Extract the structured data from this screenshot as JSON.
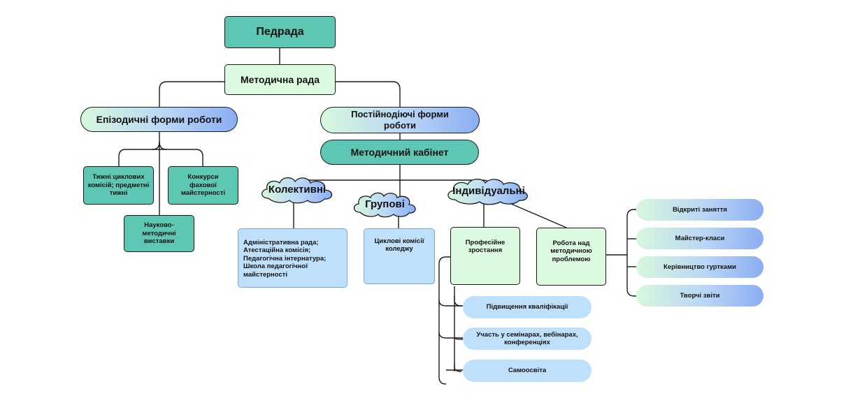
{
  "pedrada": "Педрада",
  "metod_rada": "Методична рада",
  "episodic": "Епізодичні форми роботи",
  "permanent": "Постійнодіючі форми роботи",
  "metod_kabinet": "Методичний кабінет",
  "tyzhni": "Тижні циклових комісій; предметні тижні",
  "konkursy": "Конкурси фахової майстерності",
  "vystavky": "Науково-методичні виставки",
  "kolektyvni": "Колективні",
  "hrupovi": "Групові",
  "indyvidualni": "Індивідуальні",
  "admin_box": [
    "Адміністративна рада;",
    "Атестаційна комісія;",
    "Педагогічна інтернатура;",
    "Школа педагогічної майстерності"
  ],
  "tsyklovi": "Циклові комісії коледжу",
  "prof": "Професійне зростання",
  "robota": "Робота над методичною проблемою",
  "prof_items": [
    "Підвищення кваліфікації",
    "Участь у семінарах, вебінарах, конференціях",
    "Самоосвіта"
  ],
  "robota_items": [
    "Відкриті заняття",
    "Майстер-класи",
    "Керівництво гуртками",
    "Творчі звіти"
  ],
  "colors": {
    "teal": "#5ec7b3",
    "mint": "#dcfadf",
    "light_blue": "#bfe0fb",
    "gradient_end": "#8aaef2"
  }
}
